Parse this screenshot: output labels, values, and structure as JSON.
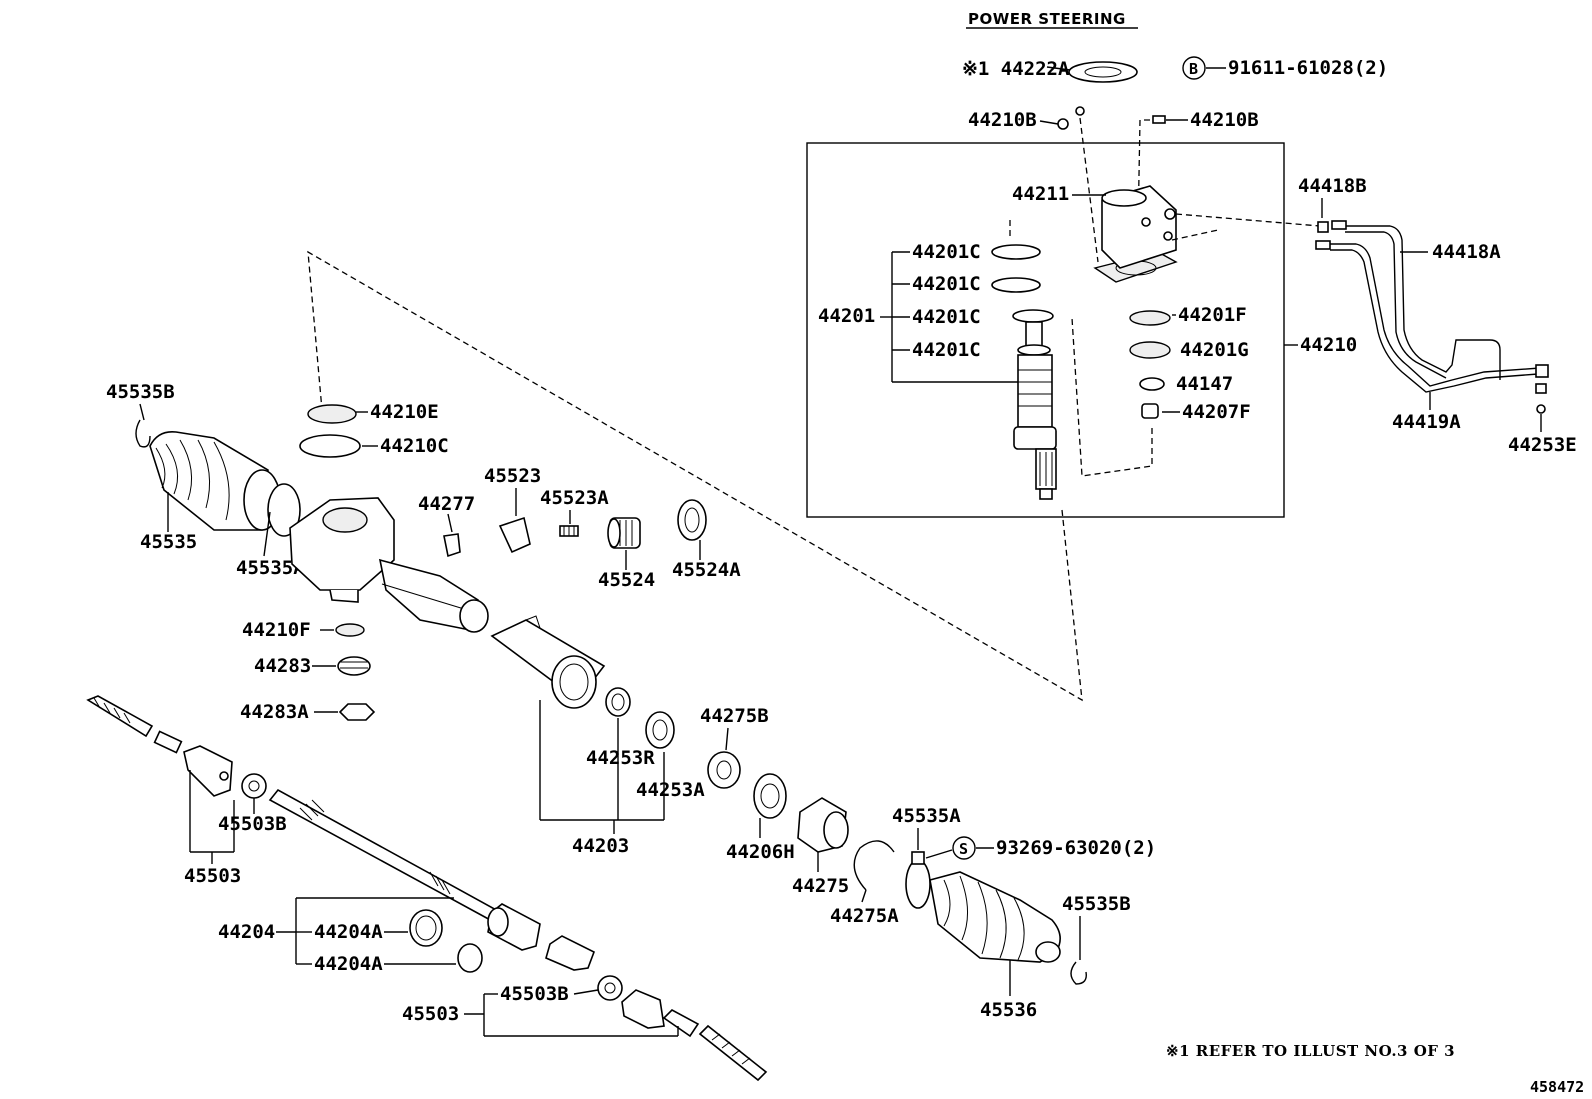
{
  "title": "POWER STEERING",
  "note": "※1 REFER TO ILLUST NO.3 OF 3",
  "figure_id": "458472",
  "labels": {
    "p44222A": "※1 44222A",
    "b_symbol": "B",
    "p91611": "91611-61028(2)",
    "p44210B_l": "44210B",
    "p44210B_r": "44210B",
    "p44211": "44211",
    "p44418B": "44418B",
    "p44418A": "44418A",
    "p44201C_1": "44201C",
    "p44201C_2": "44201C",
    "p44201C_3": "44201C",
    "p44201C_4": "44201C",
    "p44201": "44201",
    "p44201F": "44201F",
    "p44201G": "44201G",
    "p44147": "44147",
    "p44207F": "44207F",
    "p44210": "44210",
    "p44419A": "44419A",
    "p44253E": "44253E",
    "p45535B_top": "45535B",
    "p44210E": "44210E",
    "p44210C": "44210C",
    "p45535": "45535",
    "p45535A_l": "45535A",
    "p44277": "44277",
    "p45523": "45523",
    "p45523A": "45523A",
    "p45524": "45524",
    "p45524A": "45524A",
    "p44210F": "44210F",
    "p44283": "44283",
    "p44283A": "44283A",
    "p44275B": "44275B",
    "p44253R": "44253R",
    "p44253A": "44253A",
    "p45503B_l": "45503B",
    "p44203": "44203",
    "p44206H": "44206H",
    "p45535A_r": "45535A",
    "s_symbol": "S",
    "p93269": "93269-63020(2)",
    "p45503_l": "45503",
    "p44275": "44275",
    "p44275A": "44275A",
    "p44204": "44204",
    "p44204A_1": "44204A",
    "p44204A_2": "44204A",
    "p45535B_bot": "45535B",
    "p45503B_r": "45503B",
    "p45503_r": "45503",
    "p45536": "45536"
  }
}
